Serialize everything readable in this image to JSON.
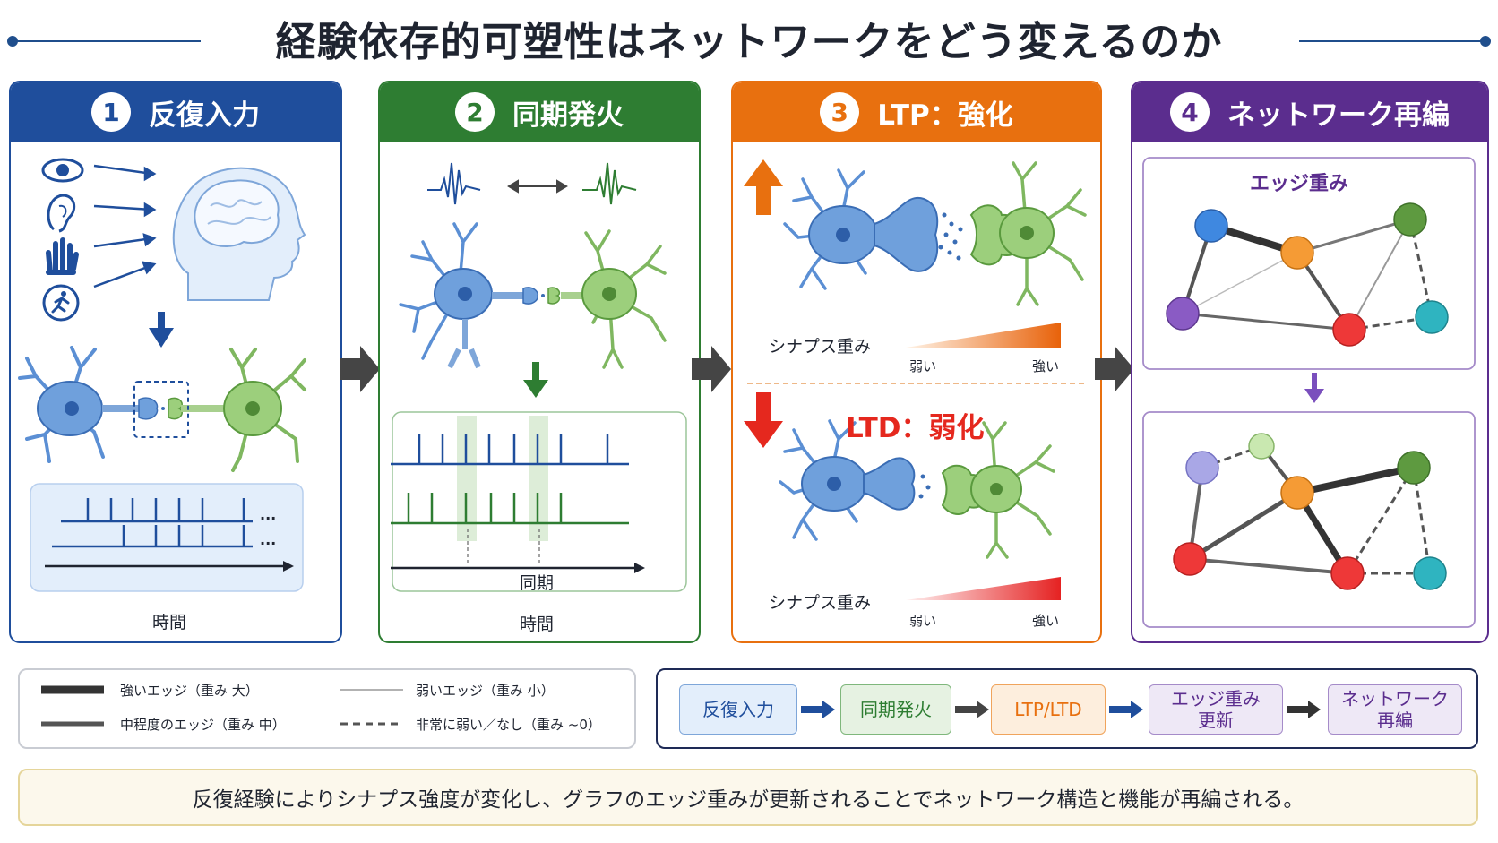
{
  "title": "経験依存的可塑性はネットワークをどう変えるのか",
  "panels": [
    {
      "num": "1",
      "label": "反復入力",
      "color": "#1f4e9c",
      "time_label": "時間"
    },
    {
      "num": "2",
      "label": "同期発火",
      "color": "#2e7d32",
      "sync_label": "同期",
      "time_label": "時間"
    },
    {
      "num": "3",
      "label": "LTP：強化",
      "color": "#e8700f",
      "weight_label": "シナプス重み",
      "weak": "弱い",
      "strong": "強い",
      "ltd_label": "LTD：弱化",
      "weight_label2": "シナプス重み",
      "weak2": "弱い",
      "strong2": "強い"
    },
    {
      "num": "4",
      "label": "ネットワーク再編",
      "color": "#5b2d8e",
      "edge_weight_label": "エッジ重み"
    }
  ],
  "legend": {
    "strong": "強いエッジ（重み 大）",
    "medium": "中程度のエッジ（重み 中）",
    "weak": "弱いエッジ（重み 小）",
    "none": "非常に弱い／なし（重み ~0）"
  },
  "flow": [
    {
      "text": "反復入力",
      "bg": "#e3eefb",
      "border": "#7ea6d9",
      "color": "#1f4e9c"
    },
    {
      "text": "同期発火",
      "bg": "#e6f2e2",
      "border": "#7fb77c",
      "color": "#2e7d32"
    },
    {
      "text": "LTP/LTD",
      "bg": "#fdeedd",
      "border": "#f0a45c",
      "color": "#e8700f"
    },
    {
      "text": "エッジ重み\n更新",
      "bg": "#eee8f6",
      "border": "#a58bc9",
      "color": "#5b2d8e"
    },
    {
      "text": "ネットワーク\n再編",
      "bg": "#eee8f6",
      "border": "#a58bc9",
      "color": "#5b2d8e"
    }
  ],
  "summary": "反復経験によりシナプス強度が変化し、グラフのエッジ重みが更新されることでネットワーク構造と機能が再編される。",
  "icons": [
    "eye-icon",
    "ear-icon",
    "hand-icon",
    "running-person-icon",
    "brain-head-icon",
    "neuron-icon",
    "up-arrow-icon",
    "down-arrow-icon"
  ]
}
